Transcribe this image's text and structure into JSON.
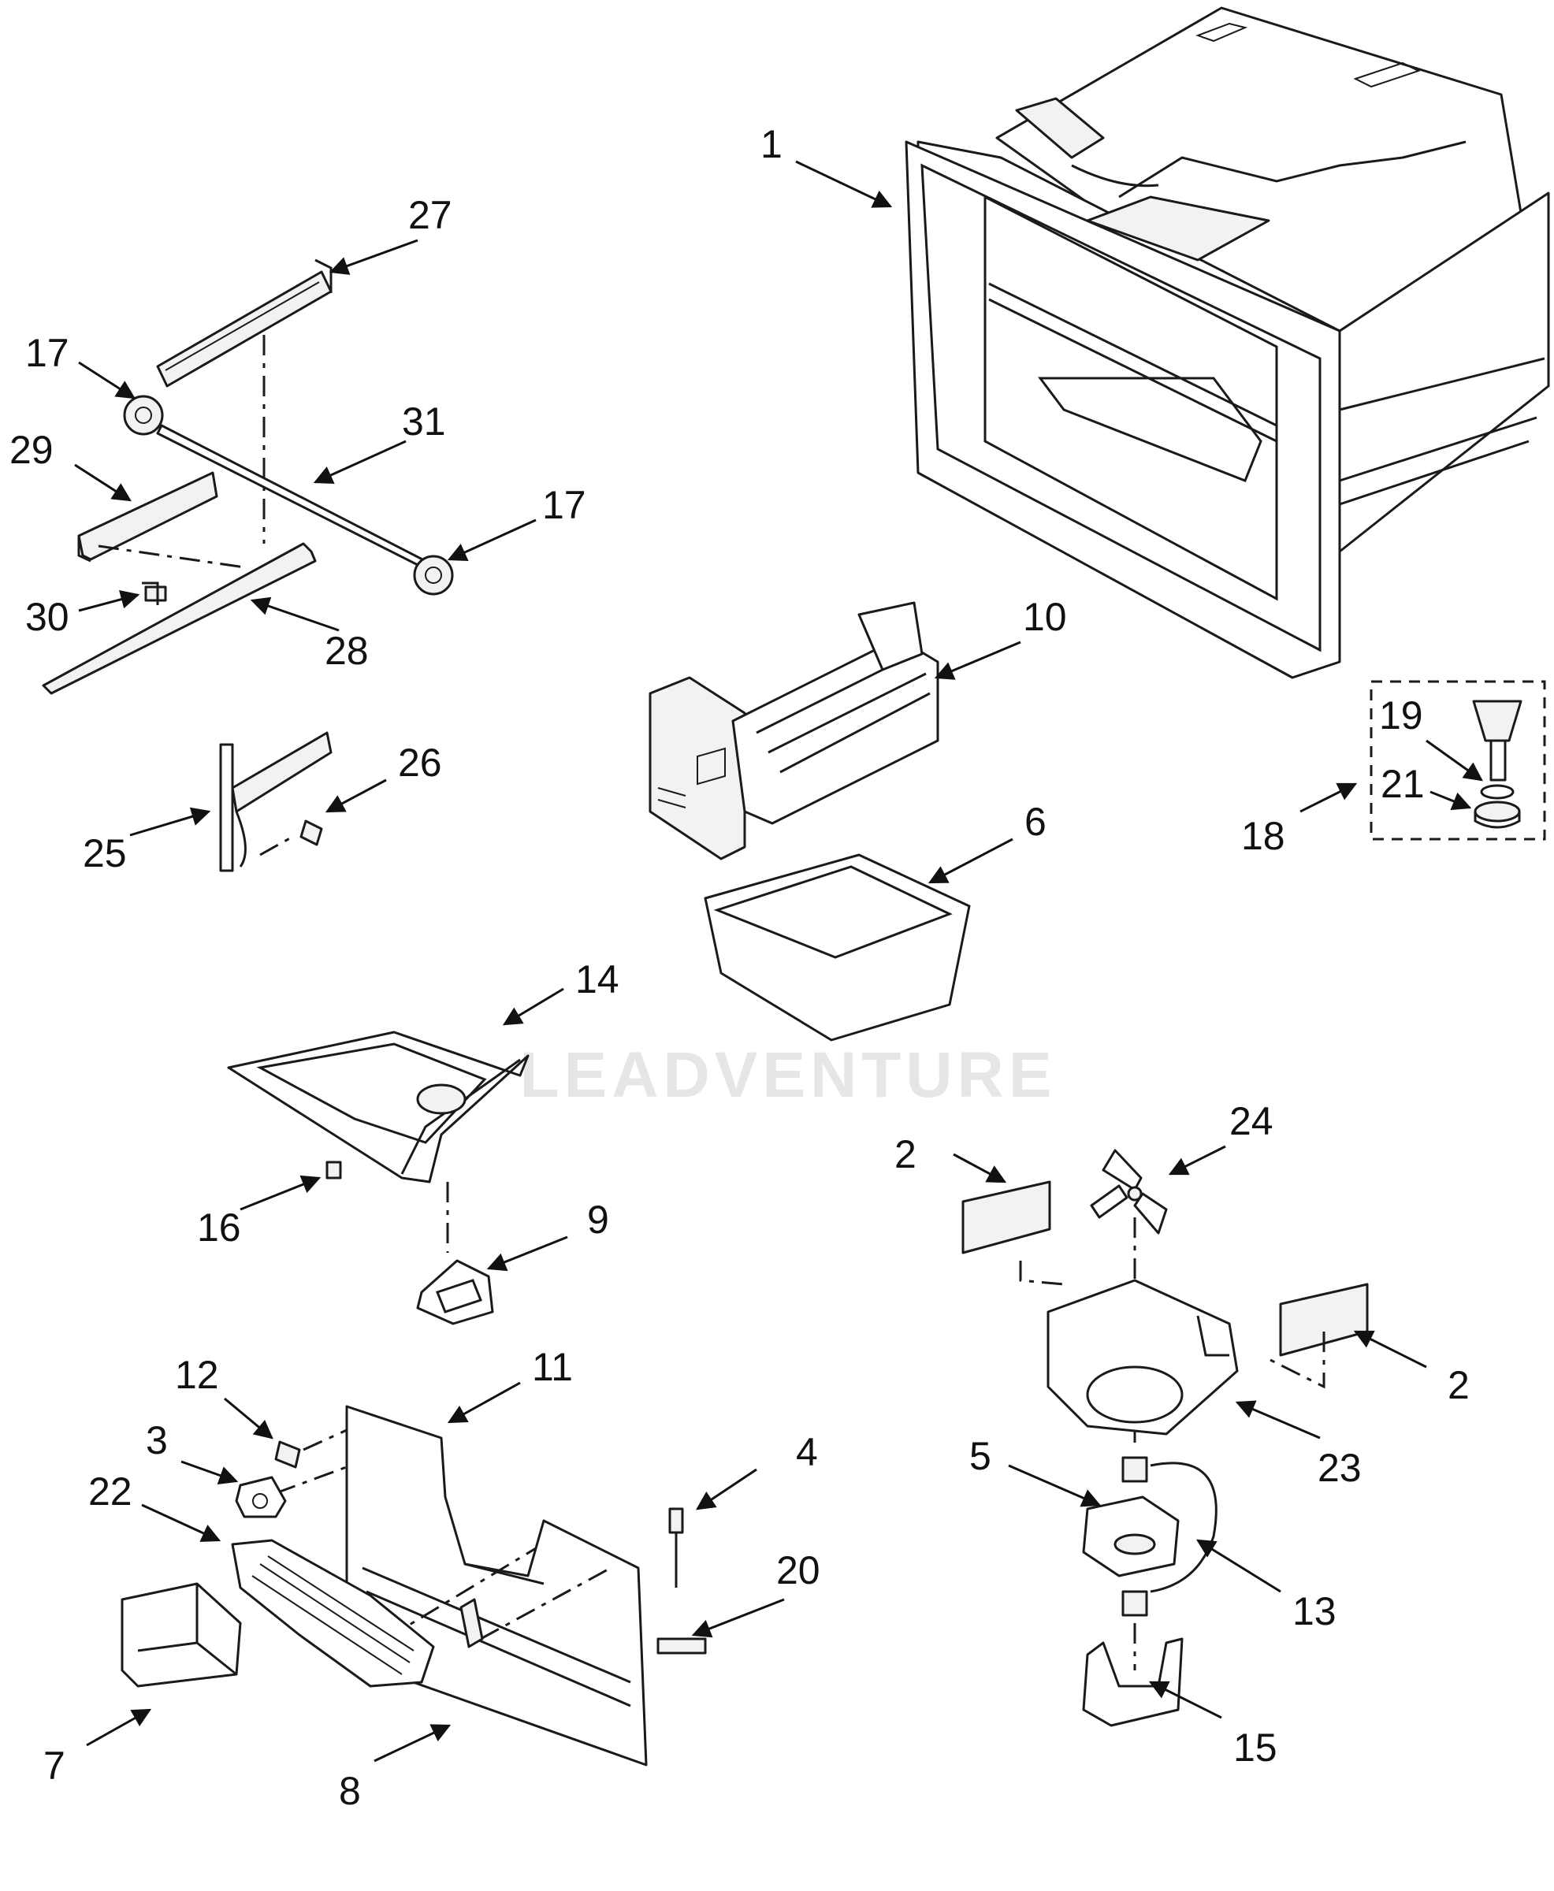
{
  "watermark": "LEADVENTURE",
  "callouts": [
    {
      "id": "c1",
      "label": "1"
    },
    {
      "id": "c27",
      "label": "27"
    },
    {
      "id": "c17a",
      "label": "17"
    },
    {
      "id": "c31",
      "label": "31"
    },
    {
      "id": "c29",
      "label": "29"
    },
    {
      "id": "c17b",
      "label": "17"
    },
    {
      "id": "c30",
      "label": "30"
    },
    {
      "id": "c28",
      "label": "28"
    },
    {
      "id": "c26",
      "label": "26"
    },
    {
      "id": "c25",
      "label": "25"
    },
    {
      "id": "c10",
      "label": "10"
    },
    {
      "id": "c19",
      "label": "19"
    },
    {
      "id": "c21",
      "label": "21"
    },
    {
      "id": "c18",
      "label": "18"
    },
    {
      "id": "c6",
      "label": "6"
    },
    {
      "id": "c14",
      "label": "14"
    },
    {
      "id": "c16",
      "label": "16"
    },
    {
      "id": "c9",
      "label": "9"
    },
    {
      "id": "c2a",
      "label": "2"
    },
    {
      "id": "c24",
      "label": "24"
    },
    {
      "id": "c2b",
      "label": "2"
    },
    {
      "id": "c23",
      "label": "23"
    },
    {
      "id": "c5",
      "label": "5"
    },
    {
      "id": "c13",
      "label": "13"
    },
    {
      "id": "c15",
      "label": "15"
    },
    {
      "id": "c12",
      "label": "12"
    },
    {
      "id": "c11",
      "label": "11"
    },
    {
      "id": "c3",
      "label": "3"
    },
    {
      "id": "c22",
      "label": "22"
    },
    {
      "id": "c4",
      "label": "4"
    },
    {
      "id": "c20",
      "label": "20"
    },
    {
      "id": "c7",
      "label": "7"
    },
    {
      "id": "c8",
      "label": "8"
    }
  ]
}
